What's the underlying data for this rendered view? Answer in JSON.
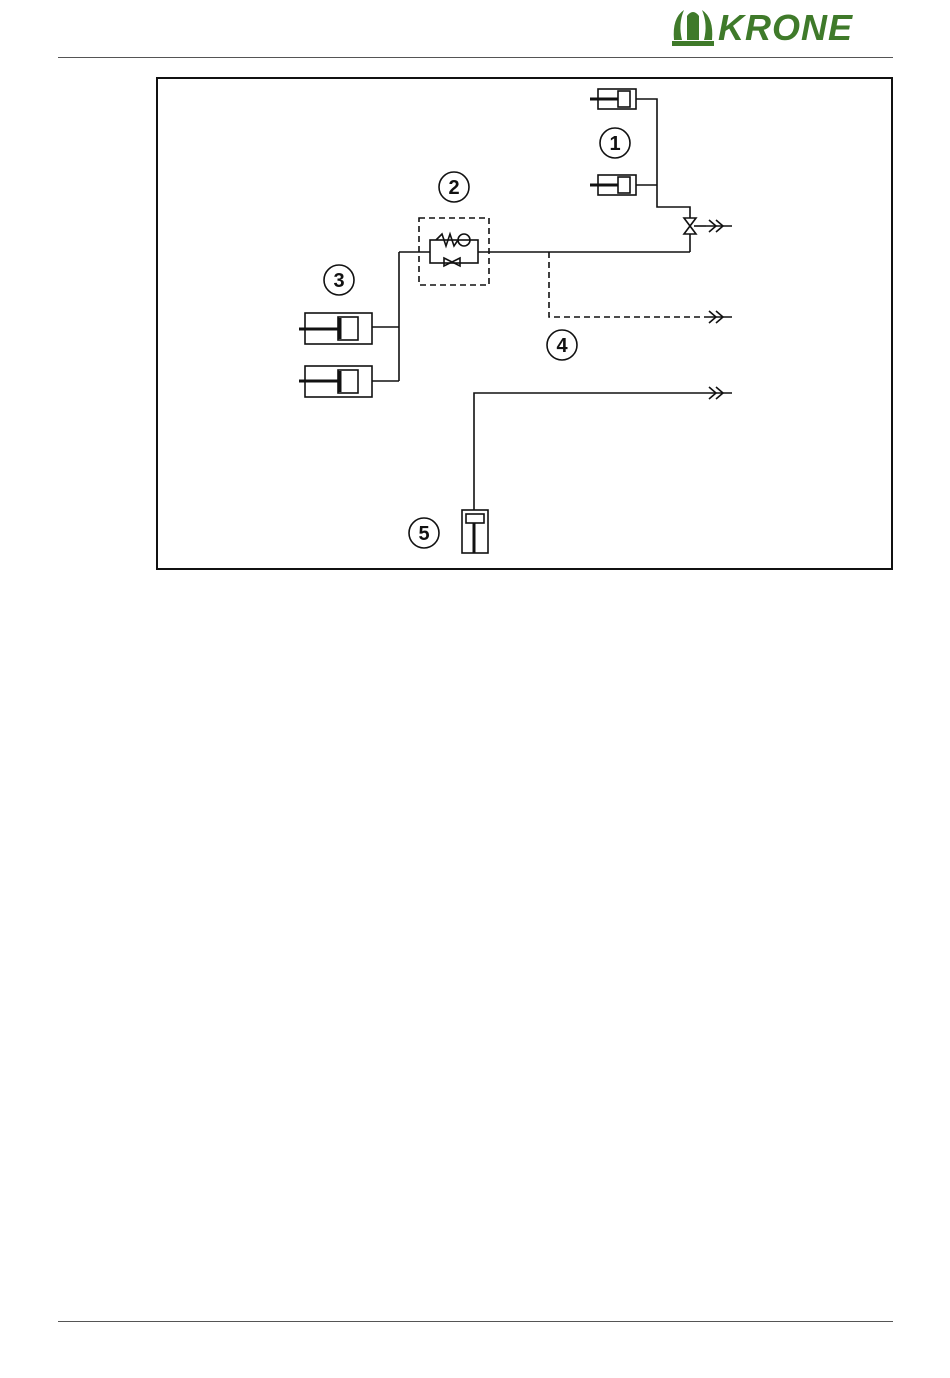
{
  "brand": {
    "name": "KRONE",
    "color": "#3f7a2a",
    "icon": "krone-crown-icon"
  },
  "diagram": {
    "stroke_color": "#111111",
    "callouts": [
      "1",
      "2",
      "3",
      "4",
      "5"
    ]
  }
}
